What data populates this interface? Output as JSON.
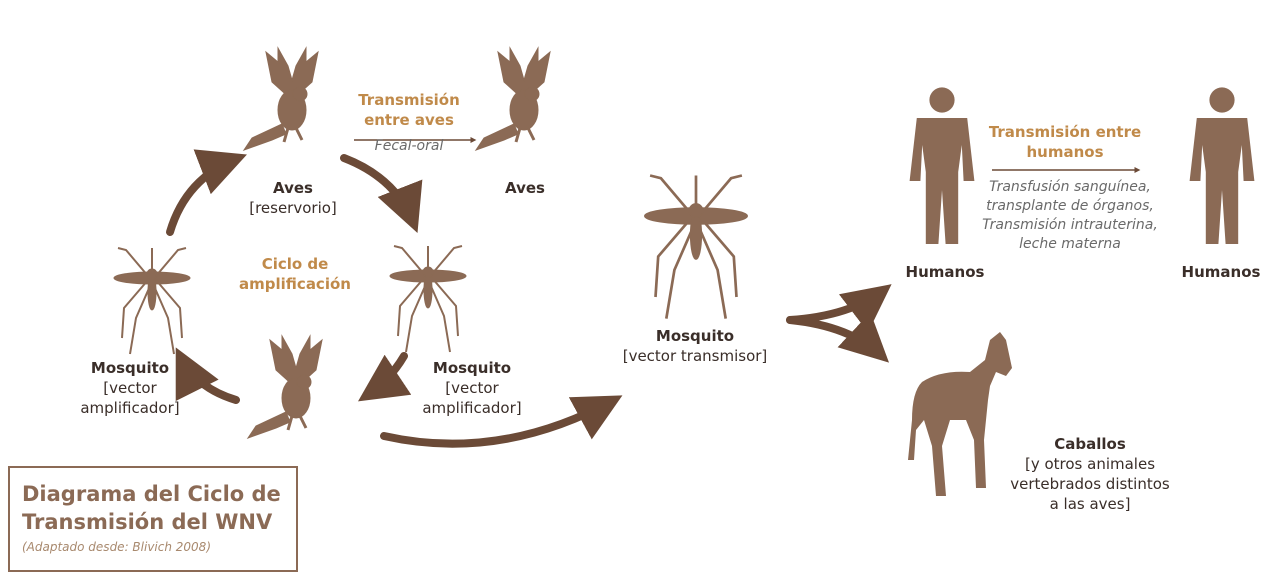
{
  "colors": {
    "figure": "#8b6a55",
    "arrow": "#6b4a37",
    "accent": "#c08a4a",
    "text": "#3a2e29"
  },
  "labels": {
    "aves_reservorio": {
      "title": "Aves",
      "sub": "[reservorio]"
    },
    "aves_right": "Aves",
    "transmision_aves": {
      "line1": "Transmisión",
      "line2": "entre aves",
      "route": "Fecal-oral"
    },
    "ciclo": {
      "line1": "Ciclo de",
      "line2": "amplificación"
    },
    "mosquito_left": {
      "title": "Mosquito",
      "line1": "[vector",
      "line2": "amplificador]"
    },
    "mosquito_right": {
      "title": "Mosquito",
      "line1": "[vector",
      "line2": "amplificador]"
    },
    "mosquito_center": {
      "title": "Mosquito",
      "sub": "[vector transmisor]"
    },
    "humanos_left": "Humanos",
    "humanos_right": "Humanos",
    "transmision_humanos": {
      "line1": "Transmisión entre",
      "line2": "humanos",
      "routes": [
        "Transfusión sanguínea,",
        "transplante de órganos,",
        "Transmisión intrauterina,",
        "leche materna"
      ]
    },
    "caballos": {
      "title": "Caballos",
      "lines": [
        "[y otros animales",
        "vertebrados distintos",
        "a las aves]"
      ]
    }
  },
  "title_box": {
    "line1": "Diagrama del Ciclo de",
    "line2": "Transmisión del WNV",
    "source": "(Adaptado desde: Blivich 2008)"
  }
}
